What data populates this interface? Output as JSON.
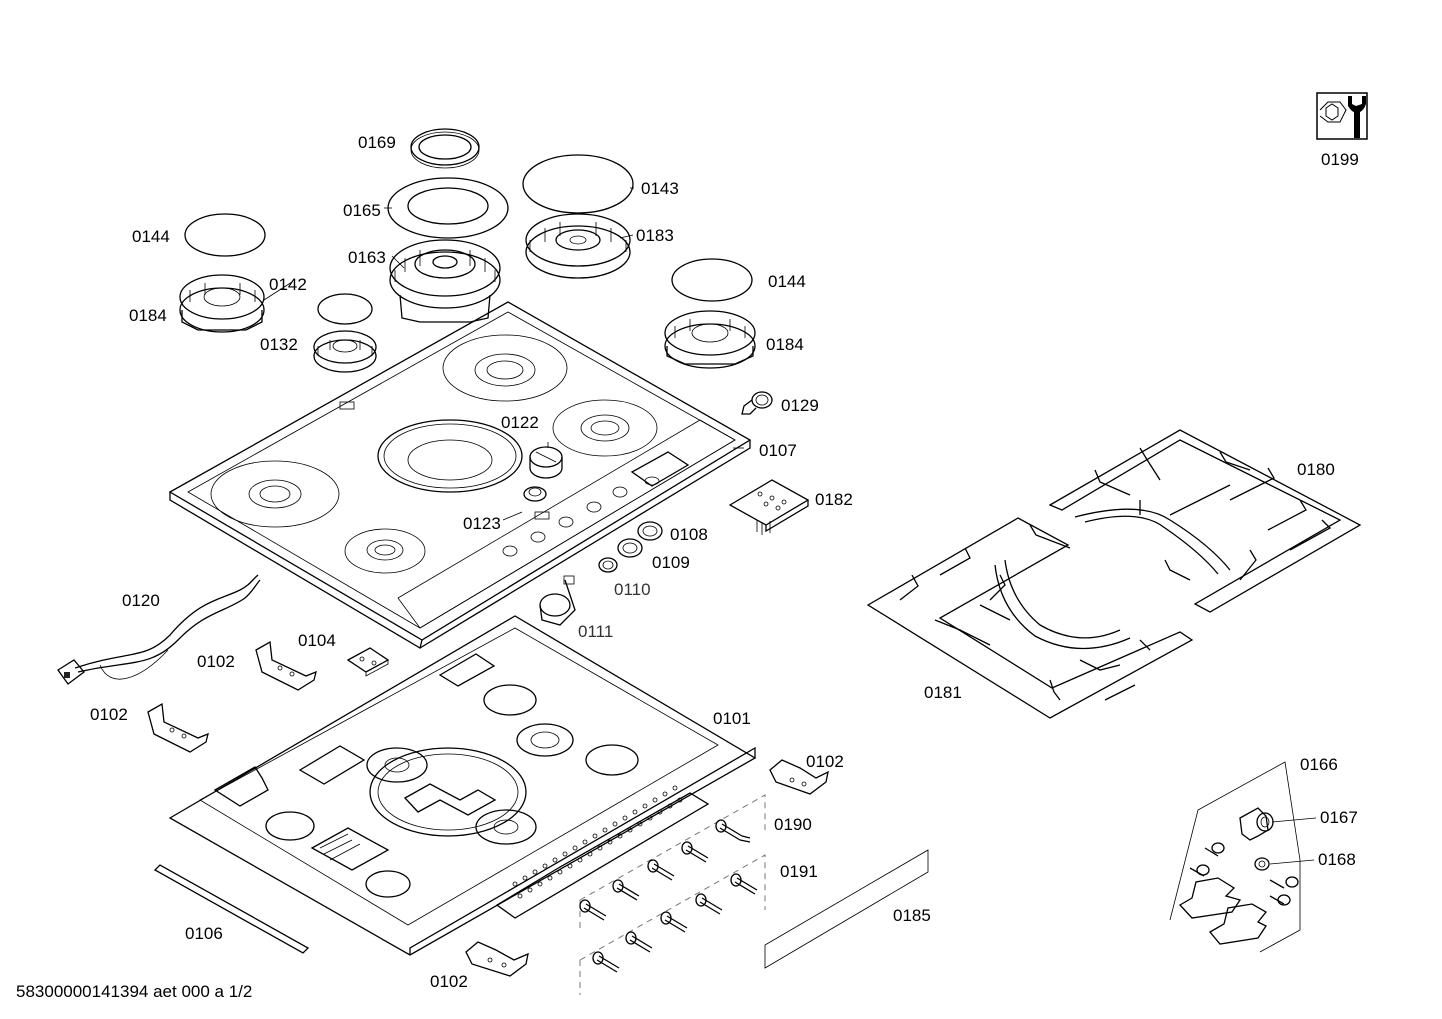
{
  "footer_text": "58300000141394 aet 000 a 1/2",
  "service_icon": {
    "name": "wrench-hexagon-icon",
    "label": "0199"
  },
  "labels": {
    "p0169": "0169",
    "p0165": "0165",
    "p0163": "0163",
    "p0143": "0143",
    "p0183": "0183",
    "p0144a": "0144",
    "p0144b": "0144",
    "p0142": "0142",
    "p0184a": "0184",
    "p0184b": "0184",
    "p0132": "0132",
    "p0129": "0129",
    "p0122": "0122",
    "p0107": "0107",
    "p0182": "0182",
    "p0123": "0123",
    "p0108": "0108",
    "p0109": "0109",
    "p0110": "0110",
    "p0111": "0111",
    "p0120": "0120",
    "p0104": "0104",
    "p0102a": "0102",
    "p0102b": "0102",
    "p0102c": "0102",
    "p0102d": "0102",
    "p0101": "0101",
    "p0190": "0190",
    "p0191": "0191",
    "p0185": "0185",
    "p0106": "0106",
    "p0180": "0180",
    "p0181": "0181",
    "p0166": "0166",
    "p0167": "0167",
    "p0168": "0168"
  }
}
